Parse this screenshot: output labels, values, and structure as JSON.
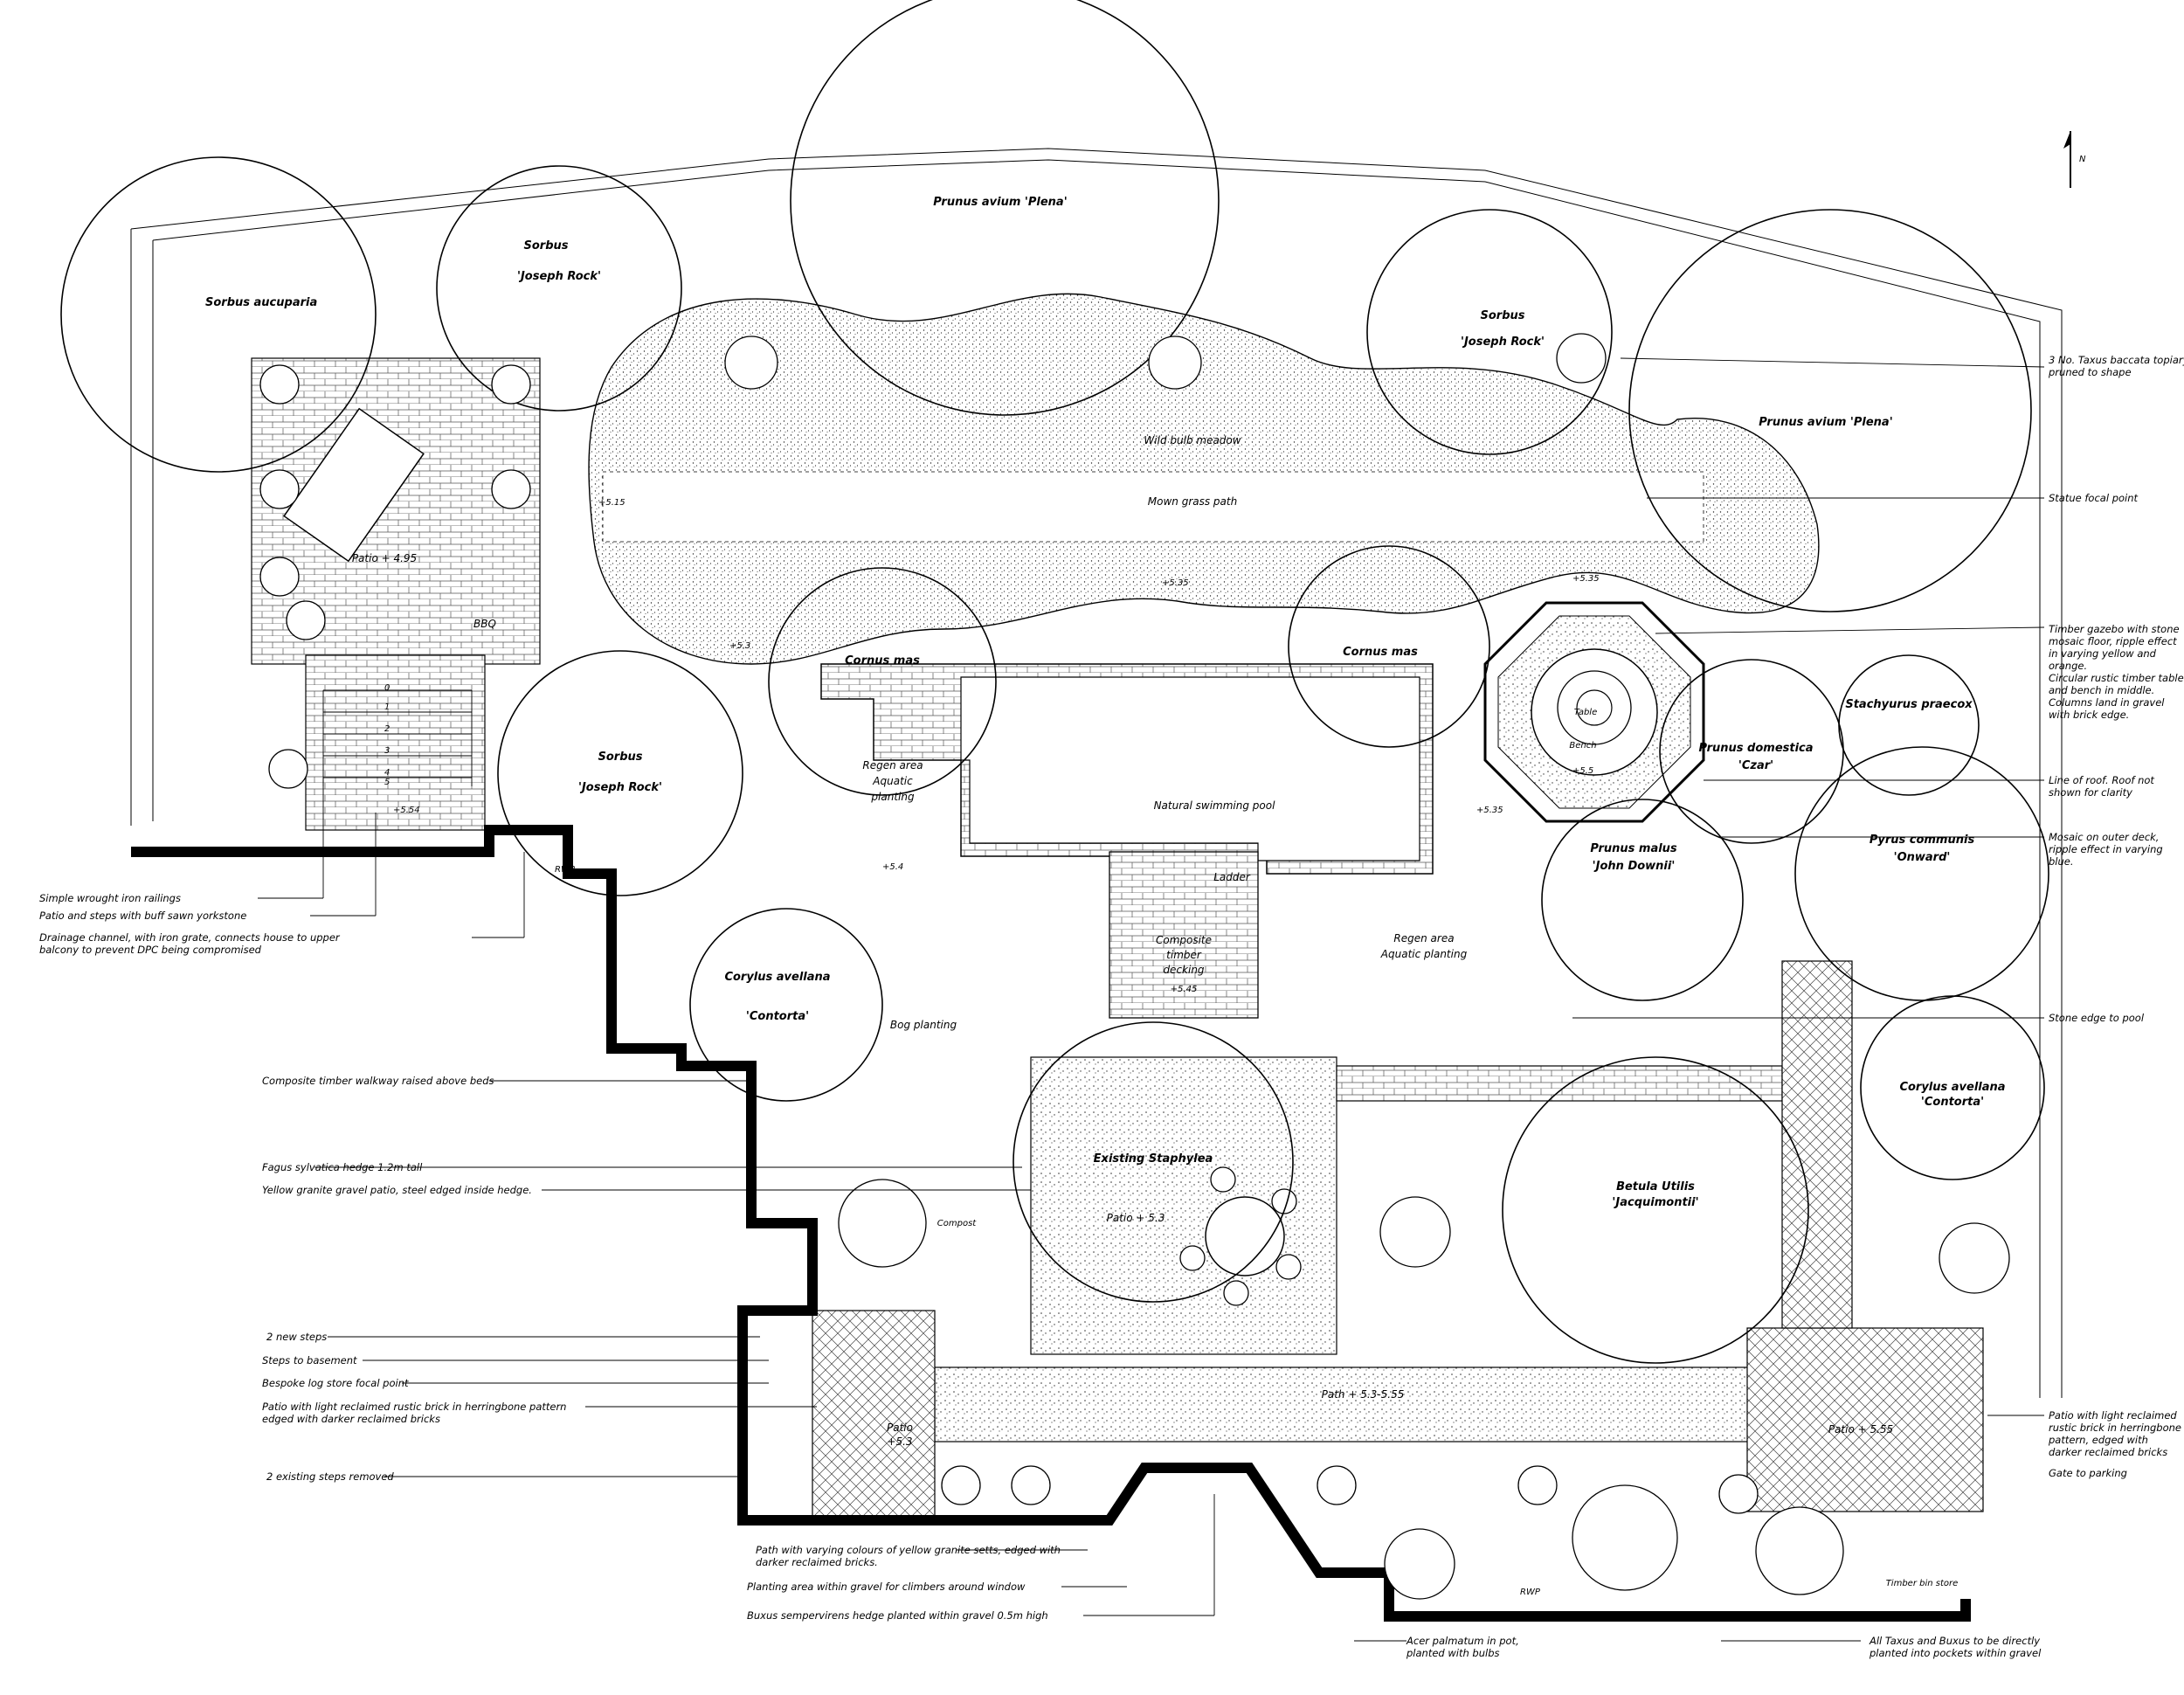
{
  "plants": {
    "sorbus_aucuparia": "Sorbus aucuparia",
    "sorbus_jr_1_a": "Sorbus",
    "sorbus_jr_1_b": "'Joseph Rock'",
    "sorbus_jr_2_a": "Sorbus",
    "sorbus_jr_2_b": "'Joseph Rock'",
    "sorbus_jr_3_a": "Sorbus",
    "sorbus_jr_3_b": "'Joseph Rock'",
    "prunus_avium_1": "Prunus avium 'Plena'",
    "prunus_avium_2": "Prunus avium 'Plena'",
    "cornus_mas_1": "Cornus mas",
    "cornus_mas_2": "Cornus mas",
    "prunus_domestica_a": "Prunus domestica",
    "prunus_domestica_b": "'Czar'",
    "stachyurus": "Stachyurus praecox",
    "pyrus_a": "Pyrus communis",
    "pyrus_b": "'Onward'",
    "prunus_malus_a": "Prunus malus",
    "prunus_malus_b": "'John Downii'",
    "corylus_1_a": "Corylus avellana",
    "corylus_1_b": "'Contorta'",
    "corylus_2_a": "Corylus avellana",
    "corylus_2_b": "'Contorta'",
    "betula_a": "Betula Utilis",
    "betula_b": "'Jacquimontii'",
    "staphylea": "Existing Staphylea"
  },
  "areas": {
    "wild_bulb": "Wild bulb meadow",
    "mown_path": "Mown grass path",
    "pool": "Natural swimming pool",
    "ladder": "Ladder",
    "regen_1_a": "Regen area",
    "regen_1_b": "Aquatic",
    "regen_1_c": "planting",
    "regen_2_a": "Regen area",
    "regen_2_b": "Aquatic planting",
    "bog": "Bog planting",
    "decking_a": "Composite",
    "decking_b": "timber",
    "decking_c": "decking",
    "decking_lvl": "+5.45",
    "patio_upper": "Patio + 4.95",
    "bbq": "BBQ",
    "patio_center": "Patio + 5.3",
    "path": "Path + 5.3-5.55",
    "patio_right": "Patio + 5.55",
    "patio_left_a": "Patio",
    "patio_left_b": "+5.3",
    "compost": "Compost",
    "table": "Table",
    "bench": "Bench",
    "bin_store": "Timber bin store",
    "rwp": "RWP"
  },
  "levels": [
    "+5.15",
    "+5.35",
    "+5.3",
    "+5.4",
    "+5.5",
    "+5.35",
    "+5.54",
    "+5.35"
  ],
  "steps": [
    "0",
    "1",
    "2",
    "3",
    "4",
    "5"
  ],
  "left_notes": [
    "Simple wrought iron railings",
    "Patio and steps with buff sawn yorkstone",
    "Drainage channel, with iron grate, connects house to upper",
    "balcony to prevent DPC being compromised",
    "Composite timber walkway raised above beds",
    "Fagus sylvatica hedge 1.2m tall",
    "Yellow granite gravel patio, steel edged inside hedge.",
    "2 new steps",
    "Steps to basement",
    "Bespoke log store focal point",
    "Patio with light reclaimed rustic brick in herringbone pattern",
    "edged with darker reclaimed bricks",
    "2 existing steps removed"
  ],
  "bottom_notes": [
    "Path with varying colours of yellow granite setts, edged with",
    "darker reclaimed bricks.",
    "Planting area within gravel for climbers around window",
    "Buxus sempervirens hedge planted within gravel 0.5m high",
    "Acer palmatum in pot,",
    "planted with bulbs",
    "All Taxus and Buxus to be directly",
    "planted into pockets within gravel"
  ],
  "right_notes": [
    "3 No. Taxus baccata topiary",
    "pruned to shape",
    "Statue focal point",
    "Timber gazebo with stone",
    "mosaic floor, ripple effect",
    "in varying yellow and",
    "orange.",
    "Circular rustic timber table",
    "and bench in middle.",
    "Columns land in gravel",
    "with brick edge.",
    "Line of roof. Roof not",
    "shown for clarity",
    "Mosaic on outer deck,",
    "ripple effect in varying",
    "blue.",
    "Stone edge to pool",
    "Patio with light reclaimed",
    "rustic brick in herringbone",
    "pattern, edged with",
    "darker reclaimed bricks",
    "Gate to parking"
  ],
  "north_label": "N"
}
